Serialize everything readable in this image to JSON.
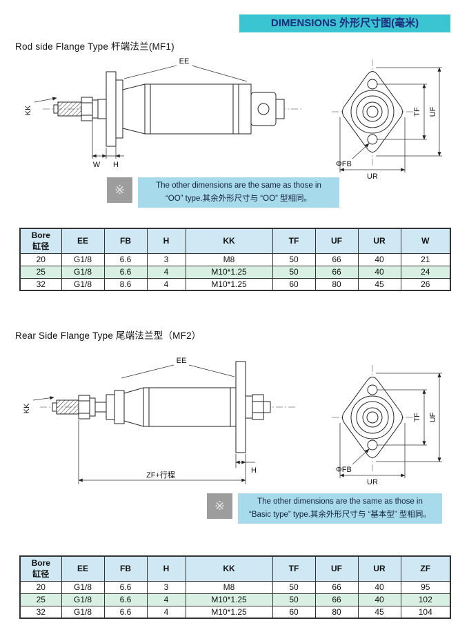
{
  "header": {
    "badge": "DIMENSIONS 外形尺寸图(毫米)"
  },
  "colors": {
    "accent": "#3bc4d1",
    "badge_text": "#1c2d7d",
    "note_bg": "#a7daea",
    "note_square": "#9d9d9d",
    "table_header_bg": "#cfe8f3",
    "row_highlight_bg": "#d8f0e4"
  },
  "section1": {
    "title": "Rod side Flange Type 杆端法兰(MF1)",
    "note": {
      "symbol": "※",
      "line1": "The other dimensions are the same as those in",
      "line2": "“OO” type.其余外形尺寸与 “OO” 型相同。"
    },
    "labels": {
      "ee": "EE",
      "kk": "KK",
      "w": "W",
      "h": "H",
      "tf": "TF",
      "uf": "UF",
      "fb": "ΦFB",
      "ur": "UR"
    },
    "table": {
      "headers": [
        "Bore\n缸径",
        "EE",
        "FB",
        "H",
        "KK",
        "TF",
        "UF",
        "UR",
        "W"
      ],
      "rows": [
        [
          "20",
          "G1/8",
          "6.6",
          "3",
          "M8",
          "50",
          "66",
          "40",
          "21"
        ],
        [
          "25",
          "G1/8",
          "6.6",
          "4",
          "M10*1.25",
          "50",
          "66",
          "40",
          "24"
        ],
        [
          "32",
          "G1/8",
          "8.6",
          "4",
          "M10*1.25",
          "60",
          "80",
          "45",
          "26"
        ]
      ]
    }
  },
  "section2": {
    "title": "Rear Side Flange Type 尾端法兰型（MF2）",
    "note": {
      "symbol": "※",
      "line1": "The other dimensions are the same as those in",
      "line2": "“Basic type” type.其余外形尺寸与 “基本型” 型相同。"
    },
    "labels": {
      "ee": "EE",
      "kk": "KK",
      "h": "H",
      "zf": "ZF+行程",
      "tf": "TF",
      "uf": "UF",
      "fb": "ΦFB",
      "ur": "UR"
    },
    "table": {
      "headers": [
        "Bore\n缸径",
        "EE",
        "FB",
        "H",
        "KK",
        "TF",
        "UF",
        "UR",
        "ZF"
      ],
      "rows": [
        [
          "20",
          "G1/8",
          "6.6",
          "3",
          "M8",
          "50",
          "66",
          "40",
          "95"
        ],
        [
          "25",
          "G1/8",
          "6.6",
          "4",
          "M10*1.25",
          "50",
          "66",
          "40",
          "102"
        ],
        [
          "32",
          "G1/8",
          "6.6",
          "4",
          "M10*1.25",
          "60",
          "80",
          "45",
          "104"
        ]
      ]
    }
  }
}
